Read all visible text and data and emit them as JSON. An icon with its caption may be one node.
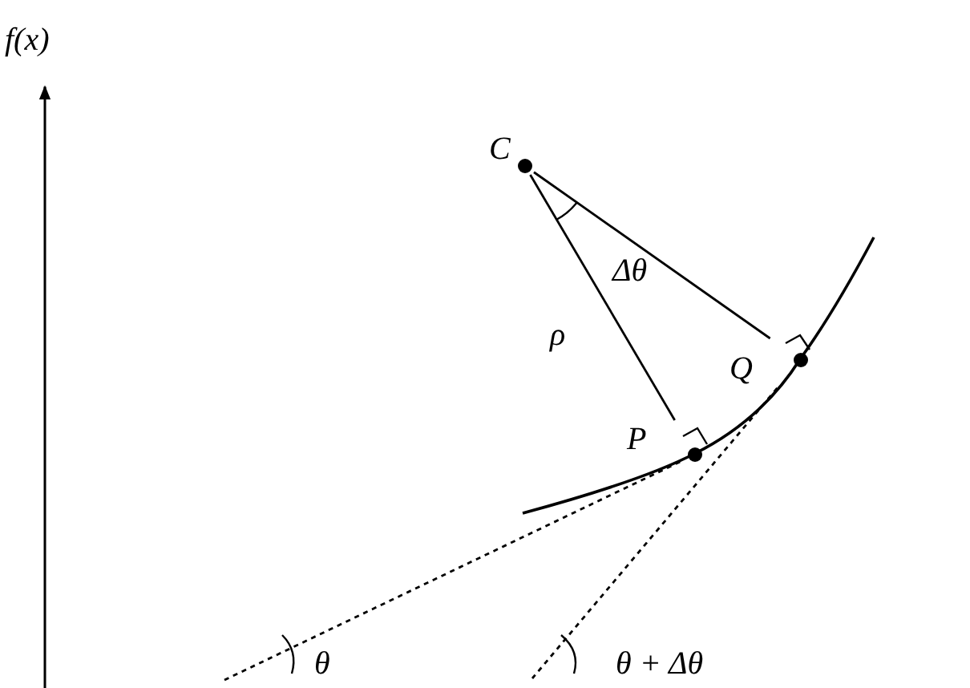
{
  "diagram": {
    "nodes": [
      {
        "text": [
          "C"
        ]
      },
      {
        "text": [
          "P"
        ]
      },
      {
        "text": [
          "Q"
        ]
      }
    ],
    "edges": [
      {
        "from": 0,
        "to": 1,
        "arrow": "none",
        "label": "ρ"
      },
      {
        "from": 0,
        "to": 2,
        "arrow": "none"
      },
      {
        "from": 1,
        "to": null,
        "arrow": "none",
        "style": "dashed"
      },
      {
        "from": 2,
        "to": null,
        "arrow": "none",
        "style": "dashed"
      }
    ],
    "labels": [
      "f(x)",
      "Δθ",
      "θ",
      "θ + Δθ"
    ]
  }
}
